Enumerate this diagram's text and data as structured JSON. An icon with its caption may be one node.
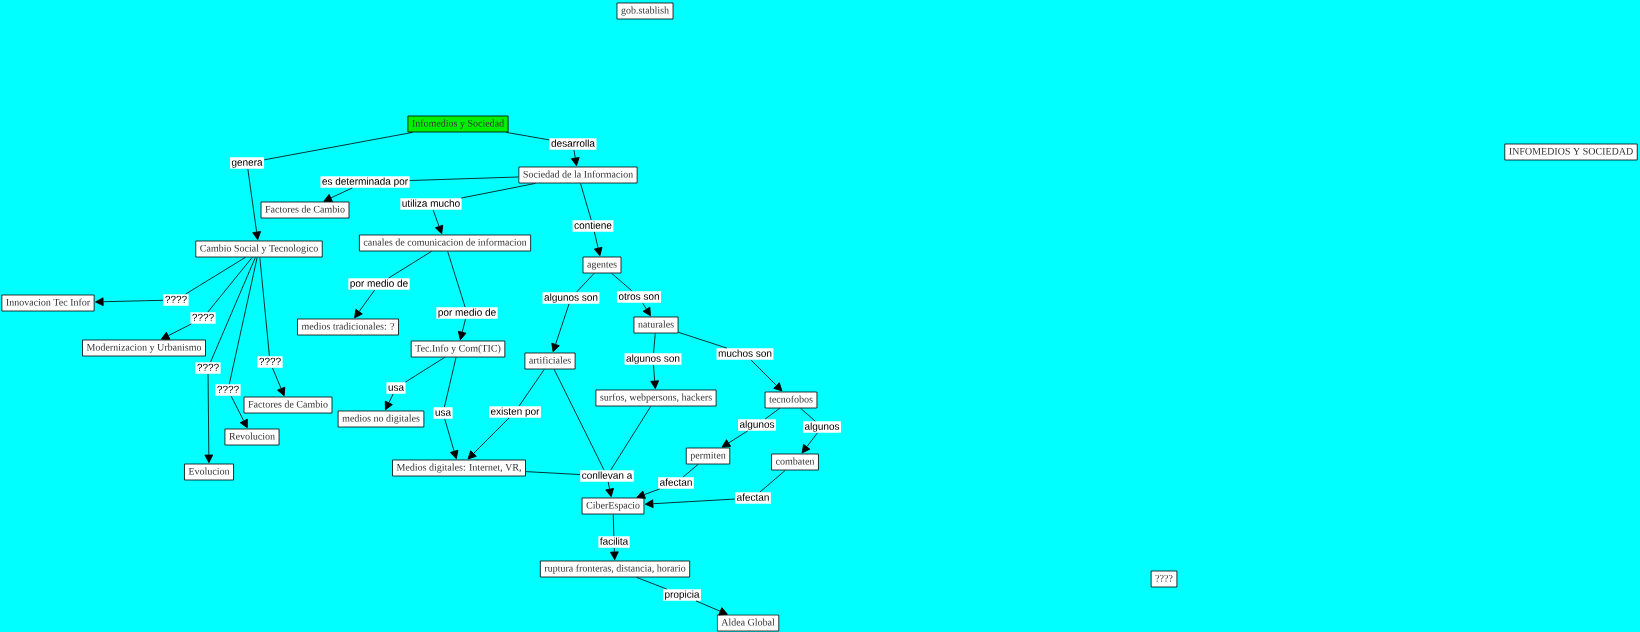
{
  "diagram": {
    "nodes": [
      {
        "text": [
          "gob.stablish"
        ]
      },
      {
        "text": [
          "Infomedios y Sociedad"
        ]
      },
      {
        "text": [
          "desarrolla"
        ]
      },
      {
        "text": [
          "INFOMEDIOS Y SOCIEDAD"
        ]
      },
      {
        "text": [
          "genera"
        ]
      },
      {
        "text": [
          "Sociedad de la Informacion"
        ]
      },
      {
        "text": [
          "es determinada por"
        ]
      },
      {
        "text": [
          "utiliza mucho"
        ]
      },
      {
        "text": [
          "Factores de Cambio"
        ]
      },
      {
        "text": [
          "contiene"
        ]
      },
      {
        "text": [
          "canales de comunicacion de informacion"
        ]
      },
      {
        "text": [
          "Cambio Social y Tecnologico"
        ]
      },
      {
        "text": [
          "agentes"
        ]
      },
      {
        "text": [
          "por medio de"
        ]
      },
      {
        "text": [
          "otros son"
        ]
      },
      {
        "text": [
          "algunos son"
        ]
      },
      {
        "text": [
          "????"
        ]
      },
      {
        "text": [
          "Innovacion Tec Infor"
        ]
      },
      {
        "text": [
          "????"
        ]
      },
      {
        "text": [
          "por medio de"
        ]
      },
      {
        "text": [
          "naturales"
        ]
      },
      {
        "text": [
          "medios tradicionales: ?"
        ]
      },
      {
        "text": [
          "Modernizacion y Urbanismo"
        ]
      },
      {
        "text": [
          "Tec.Info y Com(TIC)"
        ]
      },
      {
        "text": [
          "muchos son"
        ]
      },
      {
        "text": [
          "algunos son"
        ]
      },
      {
        "text": [
          "artificiales"
        ]
      },
      {
        "text": [
          "????"
        ]
      },
      {
        "text": [
          "????"
        ]
      },
      {
        "text": [
          "surfos, webpersons, hackers"
        ]
      },
      {
        "text": [
          "tecnofobos"
        ]
      },
      {
        "text": [
          "usa"
        ]
      },
      {
        "text": [
          "????"
        ]
      },
      {
        "text": [
          "Factores de Cambio"
        ]
      },
      {
        "text": [
          "existen por"
        ]
      },
      {
        "text": [
          "usa"
        ]
      },
      {
        "text": [
          "medios no digitales"
        ]
      },
      {
        "text": [
          "algunos"
        ]
      },
      {
        "text": [
          "algunos"
        ]
      },
      {
        "text": [
          "Revolucion"
        ]
      },
      {
        "text": [
          "permiten"
        ]
      },
      {
        "text": [
          "combaten"
        ]
      },
      {
        "text": [
          "Medios digitales: Internet, VR,"
        ]
      },
      {
        "text": [
          "Evolucion"
        ]
      },
      {
        "text": [
          "conllevan a"
        ]
      },
      {
        "text": [
          "afectan"
        ]
      },
      {
        "text": [
          "afectan"
        ]
      },
      {
        "text": [
          "CiberEspacio"
        ]
      },
      {
        "text": [
          "facilita"
        ]
      },
      {
        "text": [
          "ruptura fronteras, distancia, horario"
        ]
      },
      {
        "text": [
          "????"
        ]
      },
      {
        "text": [
          "propicia"
        ]
      },
      {
        "text": [
          "Aldea Global"
        ]
      }
    ],
    "edges": [
      {
        "from": 1,
        "to": 2,
        "arrow": "none"
      },
      {
        "from": 2,
        "to": 5,
        "arrow": "to"
      },
      {
        "from": 1,
        "to": 4,
        "arrow": "none"
      },
      {
        "from": 4,
        "to": 11,
        "arrow": "to"
      },
      {
        "from": 5,
        "to": 6,
        "arrow": "none"
      },
      {
        "from": 6,
        "to": 8,
        "arrow": "to"
      },
      {
        "from": 5,
        "to": 7,
        "arrow": "none"
      },
      {
        "from": 7,
        "to": 10,
        "arrow": "to"
      },
      {
        "from": 5,
        "to": 9,
        "arrow": "none"
      },
      {
        "from": 9,
        "to": 12,
        "arrow": "to"
      },
      {
        "from": 10,
        "to": 13,
        "arrow": "none"
      },
      {
        "from": 13,
        "to": 21,
        "arrow": "to"
      },
      {
        "from": 10,
        "to": 19,
        "arrow": "none"
      },
      {
        "from": 19,
        "to": 23,
        "arrow": "to"
      },
      {
        "from": 12,
        "to": 15,
        "arrow": "none"
      },
      {
        "from": 15,
        "to": 26,
        "arrow": "to"
      },
      {
        "from": 12,
        "to": 14,
        "arrow": "none"
      },
      {
        "from": 14,
        "to": 20,
        "arrow": "to"
      },
      {
        "from": 20,
        "to": 25,
        "arrow": "none"
      },
      {
        "from": 25,
        "to": 29,
        "arrow": "to"
      },
      {
        "from": 20,
        "to": 24,
        "arrow": "none"
      },
      {
        "from": 24,
        "to": 30,
        "arrow": "to"
      },
      {
        "from": 11,
        "to": 16,
        "arrow": "none"
      },
      {
        "from": 16,
        "to": 17,
        "arrow": "to"
      },
      {
        "from": 11,
        "to": 18,
        "arrow": "none"
      },
      {
        "from": 18,
        "to": 22,
        "arrow": "to"
      },
      {
        "from": 11,
        "to": 27,
        "arrow": "none"
      },
      {
        "from": 27,
        "to": 33,
        "arrow": "to"
      },
      {
        "from": 11,
        "to": 28,
        "arrow": "none"
      },
      {
        "from": 28,
        "to": 43,
        "arrow": "to"
      },
      {
        "from": 11,
        "to": 32,
        "arrow": "none"
      },
      {
        "from": 32,
        "to": 39,
        "arrow": "to"
      },
      {
        "from": 23,
        "to": 31,
        "arrow": "none"
      },
      {
        "from": 31,
        "to": 36,
        "arrow": "to"
      },
      {
        "from": 23,
        "to": 35,
        "arrow": "none"
      },
      {
        "from": 35,
        "to": 42,
        "arrow": "to"
      },
      {
        "from": 26,
        "to": 34,
        "arrow": "none"
      },
      {
        "from": 34,
        "to": 42,
        "arrow": "to"
      },
      {
        "from": 26,
        "to": 44,
        "arrow": "none"
      },
      {
        "from": 42,
        "to": 44,
        "arrow": "none"
      },
      {
        "from": 29,
        "to": 44,
        "arrow": "none"
      },
      {
        "from": 44,
        "to": 47,
        "arrow": "to"
      },
      {
        "from": 30,
        "to": 37,
        "arrow": "none"
      },
      {
        "from": 37,
        "to": 40,
        "arrow": "to"
      },
      {
        "from": 30,
        "to": 38,
        "arrow": "none"
      },
      {
        "from": 38,
        "to": 41,
        "arrow": "to"
      },
      {
        "from": 40,
        "to": 45,
        "arrow": "none"
      },
      {
        "from": 45,
        "to": 47,
        "arrow": "to"
      },
      {
        "from": 41,
        "to": 46,
        "arrow": "none"
      },
      {
        "from": 46,
        "to": 47,
        "arrow": "to"
      },
      {
        "from": 47,
        "to": 48,
        "arrow": "none"
      },
      {
        "from": 48,
        "to": 49,
        "arrow": "to"
      },
      {
        "from": 49,
        "to": 51,
        "arrow": "none"
      },
      {
        "from": 51,
        "to": 52,
        "arrow": "to"
      }
    ]
  }
}
